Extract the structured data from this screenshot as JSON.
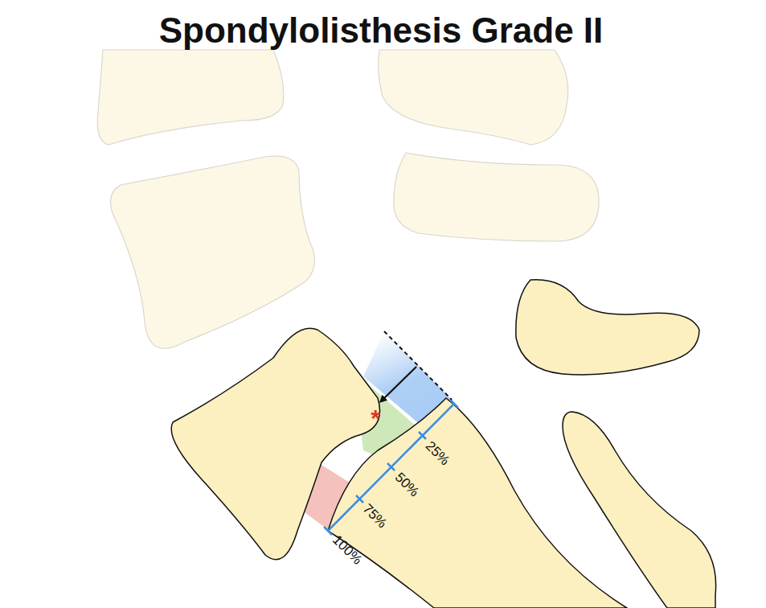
{
  "diagram": {
    "title": "Spondylolisthesis Grade II",
    "labels": [
      "*",
      "25%",
      "50%",
      "75%",
      "100%"
    ]
  }
}
